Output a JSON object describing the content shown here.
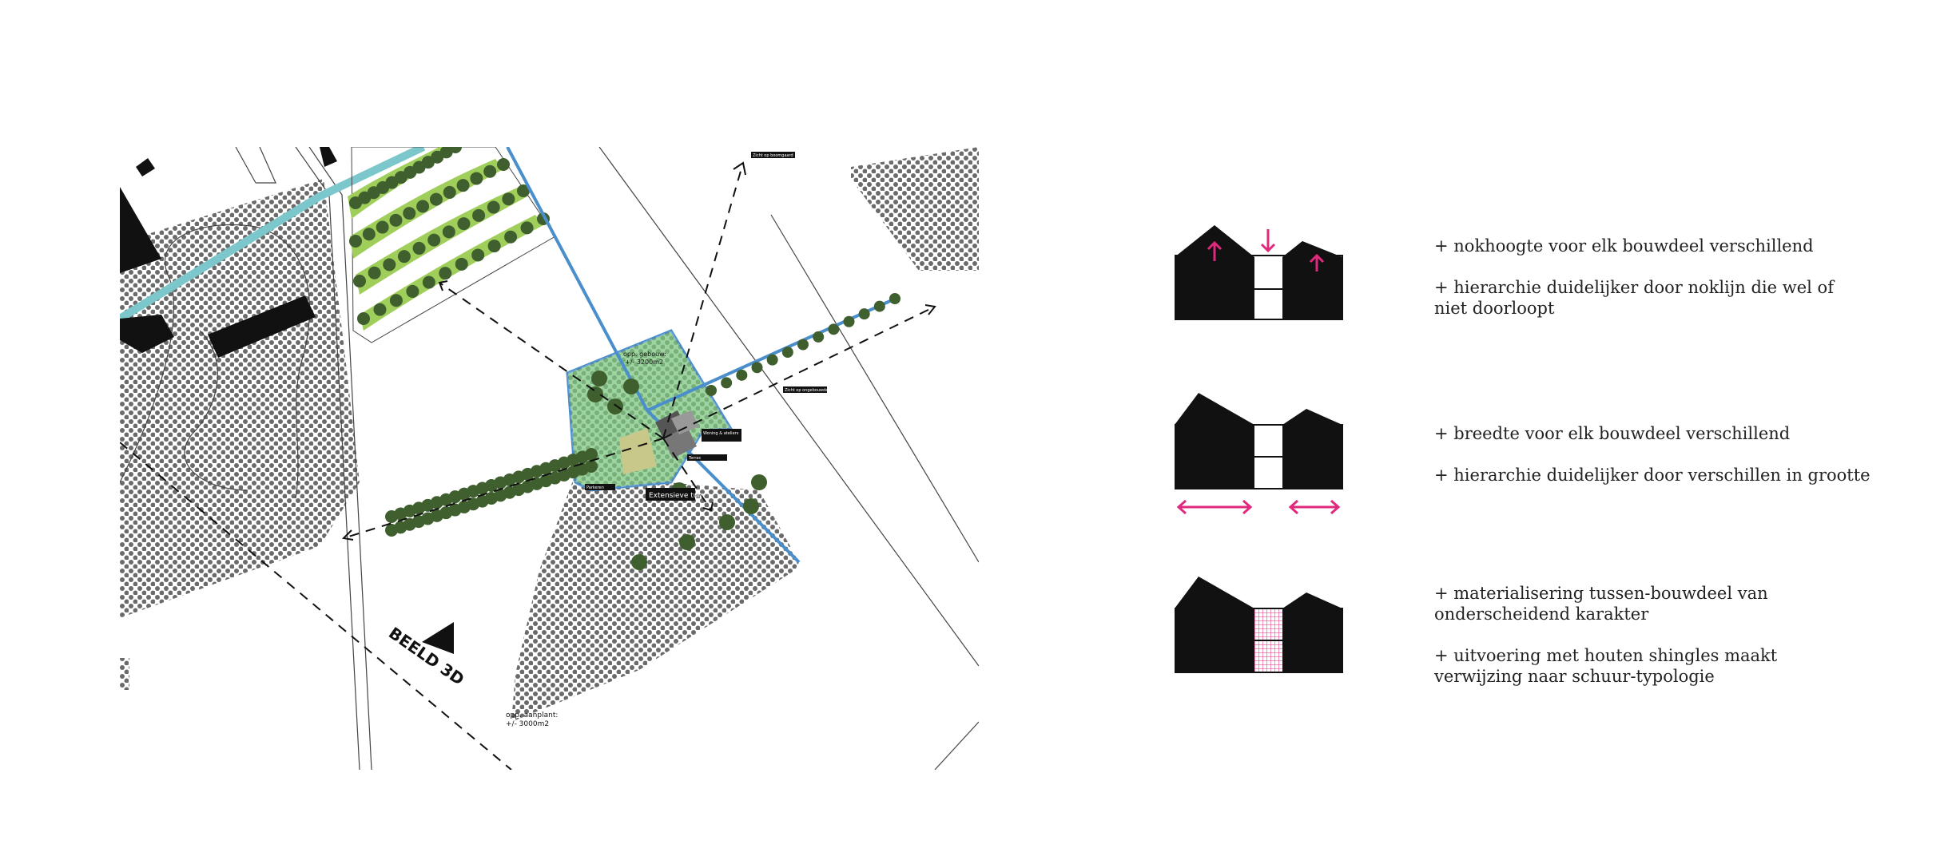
{
  "site_plan": {
    "labels": {
      "area_top": "opp. gebouw:\n+/- 3200m2",
      "area_bottom_1": "opp. aanplant:",
      "area_bottom_2": "+/- 3000m2",
      "garden": "Extensieve tuin",
      "view": "BEELD 3D",
      "small_tag_1": "Zicht op boomgaard",
      "small_tag_2": "Zicht op ongebouwde",
      "small_tag_3": "Woning & ateliers",
      "small_tag_4": "Terras",
      "small_tag_5": "Parkeren"
    },
    "colors": {
      "green_zone": "#7cc67f",
      "trees": "#3f5f2e",
      "orchard": "#9fcf5a",
      "water": "#4a8fcb",
      "canal": "#7cc7cc",
      "hatch": "#6b6b6b",
      "buildings": "#111111"
    }
  },
  "diagrams": {
    "accent_color": "#e0287d",
    "items": [
      {
        "line1": "+ nokhoogte voor elk bouwdeel verschillend",
        "line2a": "+ hierarchie duidelijker door noklijn die wel of",
        "line2b": "niet doorloopt"
      },
      {
        "line1": "+ breedte voor elk bouwdeel verschillend",
        "line2a": "+ hierarchie duidelijker door verschillen in grootte",
        "line2b": ""
      },
      {
        "line1a": "+ materialisering tussen-bouwdeel van",
        "line1b": "onderscheidend karakter",
        "line2a": "+ uitvoering met houten shingles maakt",
        "line2b": "verwijzing naar schuur-typologie"
      }
    ]
  }
}
